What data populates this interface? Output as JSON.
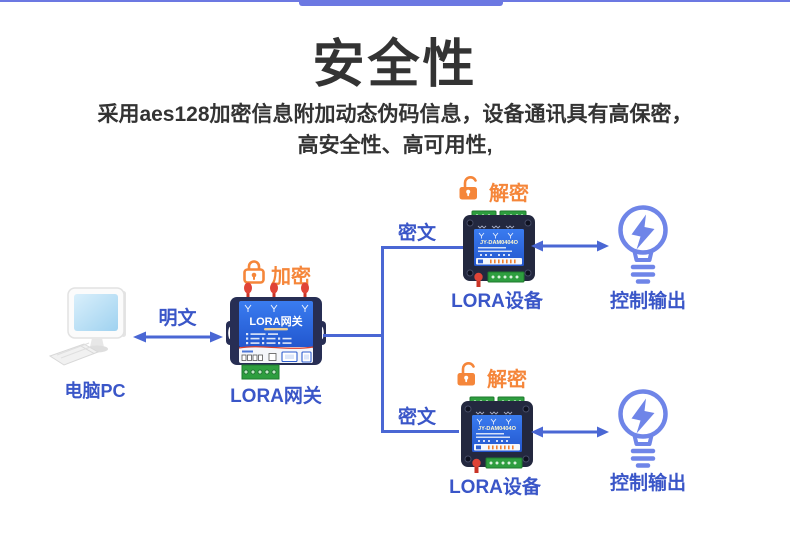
{
  "header": {
    "title": "安全性",
    "subtitle_line1": "采用aes128加密信息附加动态伪码信息，设备通讯具有高保密，",
    "subtitle_line2": "高安全性、高可用性,"
  },
  "flow": {
    "pc_label": "电脑PC",
    "plaintext": "明文",
    "encrypt": "加密",
    "gateway_label": "LORA网关",
    "gateway_panel_title": "LORA网关",
    "ciphertext_top": "密文",
    "ciphertext_bottom": "密文",
    "decrypt_top": "解密",
    "decrypt_bottom": "解密",
    "device_label_top": "LORA设备",
    "device_label_bottom": "LORA设备",
    "device_model": "JY-DAM0404O",
    "output_top": "控制输出",
    "output_bottom": "控制输出"
  },
  "colors": {
    "topbar": "#6c78e2",
    "wire_blue": "#4a67d4",
    "label_blue": "#3a56c8",
    "accent_orange": "#f5863a",
    "bulb_blue": "#6f85e8",
    "panel_blue": "#2f6ce8",
    "antenna_red": "#e04437",
    "terminal_green": "#2e9e3f"
  }
}
